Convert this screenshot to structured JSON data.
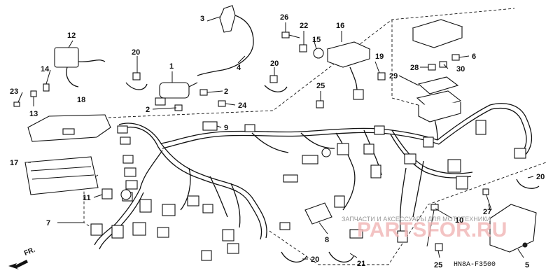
{
  "drawing_code": "HN8A-F3500",
  "watermark": {
    "text": "ЗАПЧАСТИ И АКСЕССУАРЫ ДЛЯ МОТОТЕХНИКИ",
    "brand": "PARTSFOR.RU"
  },
  "direction_label": "FR.",
  "callouts": {
    "c1": "1",
    "c2a": "2",
    "c2b": "2",
    "c3": "3",
    "c4": "4",
    "c5": "5",
    "c6": "6",
    "c7": "7",
    "c8": "8",
    "c9": "9",
    "c10": "10",
    "c11": "11",
    "c12": "12",
    "c13": "13",
    "c14": "14",
    "c15": "15",
    "c16": "16",
    "c17": "17",
    "c18": "18",
    "c19": "19",
    "c20a": "20",
    "c20b": "20",
    "c20c": "20",
    "c20d": "20",
    "c21": "21",
    "c22": "22",
    "c23": "23",
    "c24": "24",
    "c25a": "25",
    "c25b": "25",
    "c26": "26",
    "c27": "27",
    "c28": "28",
    "c29": "29",
    "c30": "30"
  }
}
